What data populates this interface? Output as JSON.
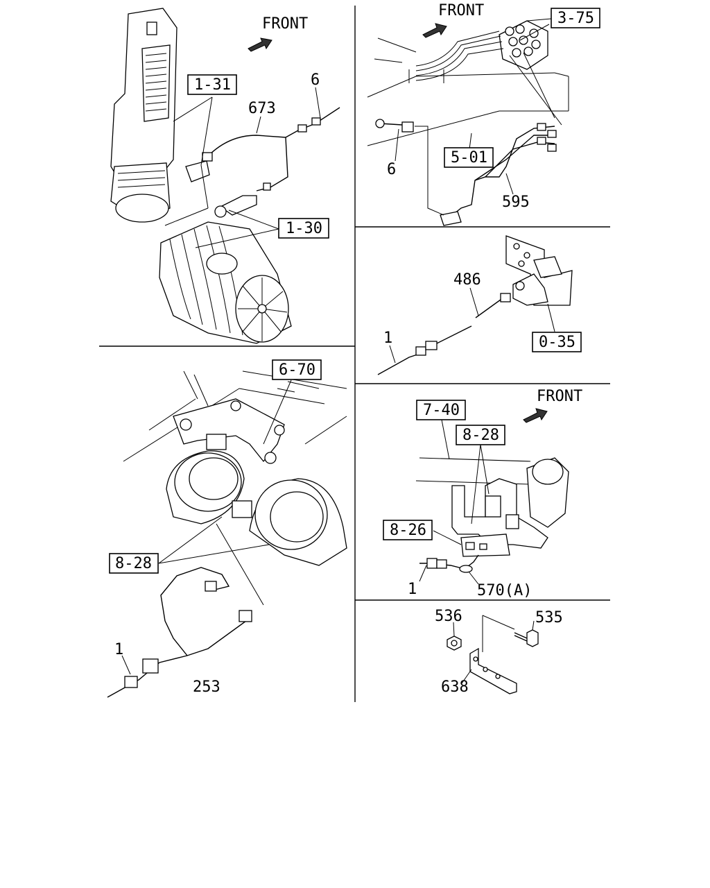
{
  "panels": {
    "top_left": {
      "front_label": "FRONT",
      "refs": [
        "1-31",
        "1-30"
      ],
      "parts": [
        "673",
        "6"
      ]
    },
    "bottom_left": {
      "refs": [
        "6-70",
        "8-28"
      ],
      "parts": [
        "1",
        "253"
      ]
    },
    "top_right": {
      "front_label": "FRONT",
      "refs": [
        "3-75",
        "5-01"
      ],
      "parts": [
        "6",
        "595"
      ]
    },
    "mid_right": {
      "refs": [
        "0-35"
      ],
      "parts": [
        "486",
        "1"
      ]
    },
    "lower_right": {
      "front_label": "FRONT",
      "refs": [
        "7-40",
        "8-28",
        "8-26"
      ],
      "parts": [
        "1",
        "570(A)"
      ]
    },
    "bottom_right": {
      "parts": [
        "536",
        "535",
        "638"
      ]
    }
  }
}
